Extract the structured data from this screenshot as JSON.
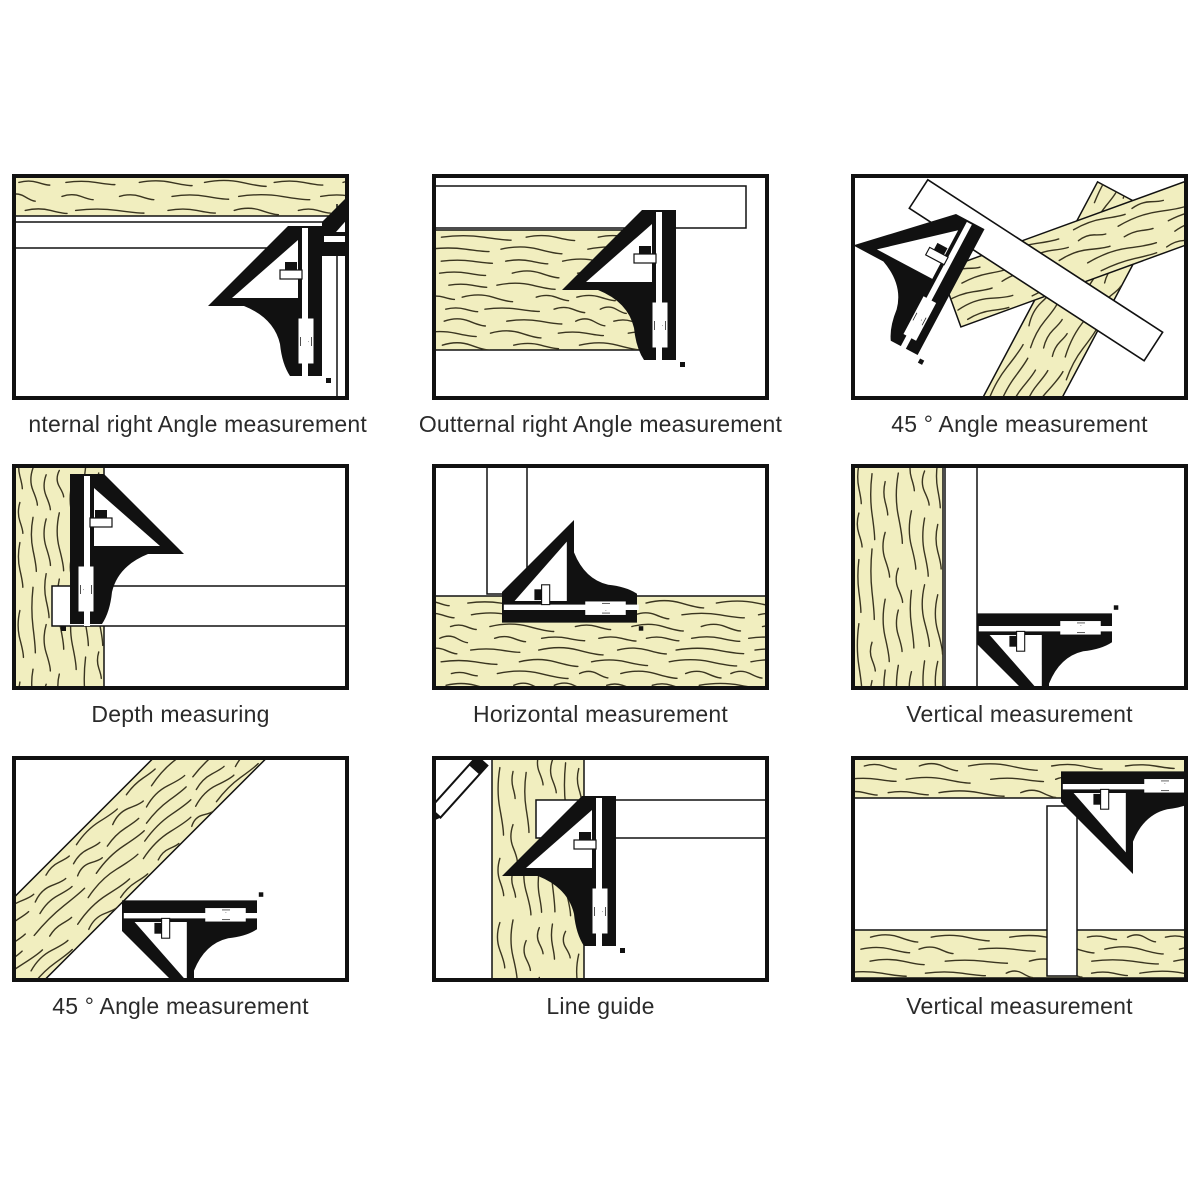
{
  "colors": {
    "wood": "#f1eebf",
    "grain": "#3a3520",
    "ink": "#111111",
    "paper": "#ffffff",
    "caption_text": "#2a2a2a"
  },
  "panels": [
    {
      "caption": "nternal right Angle measurement",
      "scene": "internal-right-angle"
    },
    {
      "caption": "Outternal right Angle measurement",
      "scene": "external-right-angle"
    },
    {
      "caption": "45 ° Angle measurement",
      "scene": "angle-45-crossing"
    },
    {
      "caption": "Depth measuring",
      "scene": "depth"
    },
    {
      "caption": "Horizontal measurement",
      "scene": "horizontal"
    },
    {
      "caption": "Vertical measurement",
      "scene": "vertical"
    },
    {
      "caption": "45 ° Angle measurement",
      "scene": "angle-45-diagonal"
    },
    {
      "caption": "Line guide",
      "scene": "line-guide"
    },
    {
      "caption": "Vertical measurement",
      "scene": "vertical-between-boards"
    }
  ]
}
